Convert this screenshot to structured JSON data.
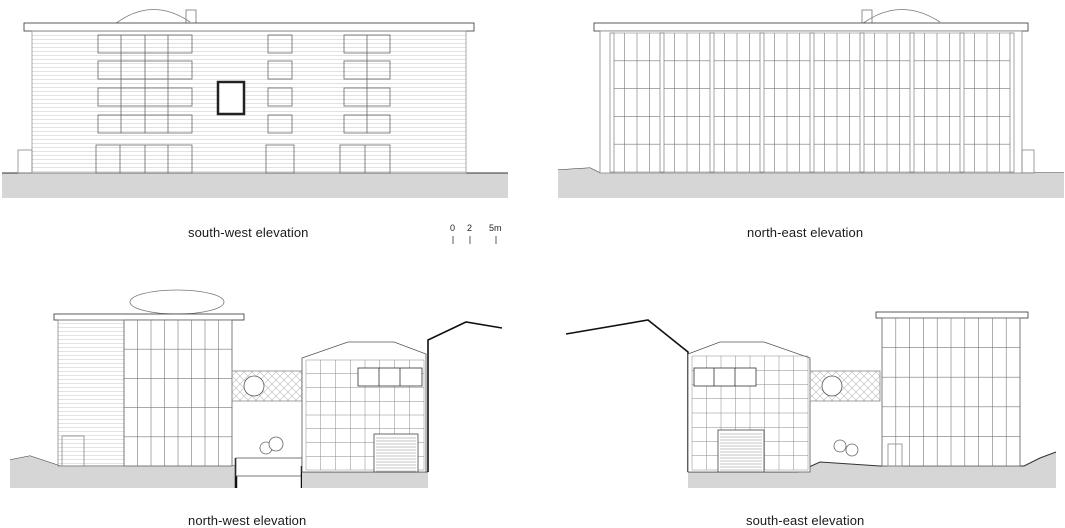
{
  "labels": {
    "south_west": "south-west elevation",
    "north_east": "north-east elevation",
    "north_west": "north-west elevation",
    "south_east": "south-east elevation"
  },
  "scale_bar": {
    "tick_0": "0",
    "tick_2": "2",
    "tick_5": "5m"
  },
  "colors": {
    "line": "#333333",
    "ground": "#d6d6d6",
    "hatch": "#c8c8c8"
  }
}
